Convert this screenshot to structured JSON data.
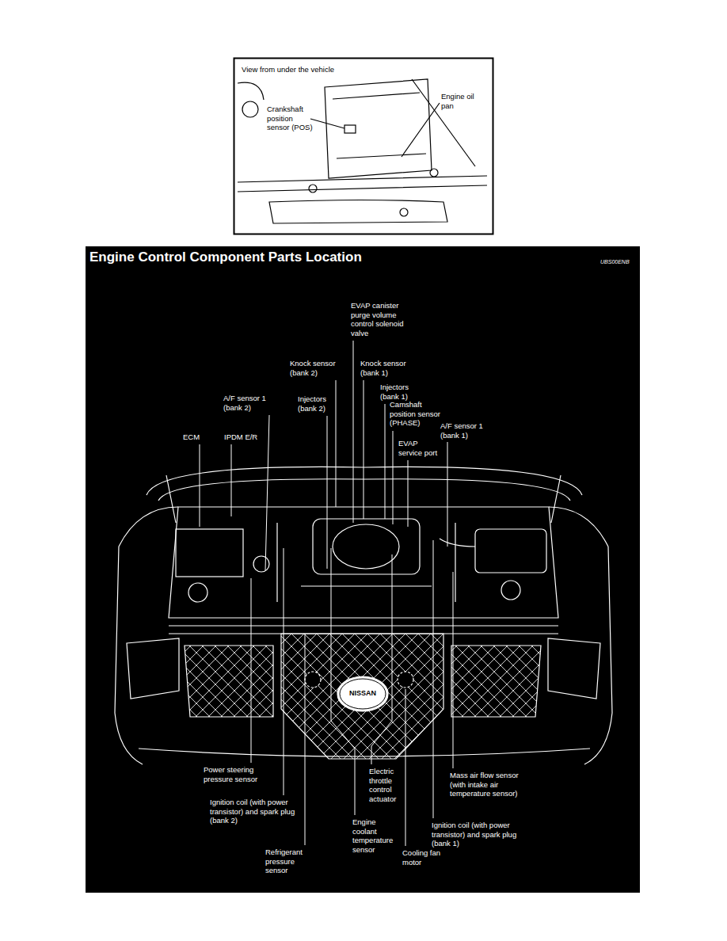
{
  "diagram": {
    "title": "Engine Control Component Parts Location",
    "labels": [
      "View from under the vehicle",
      "Crankshaft position sensor (POS)",
      "Engine oil pan",
      "UBS00ENB",
      "EVAP canister purge volume control solenoid valve",
      "Knock sensor (bank 2)",
      "Knock sensor (bank 1)",
      "Injectors (bank 1)",
      "Camshaft position sensor (PHASE)",
      "A/F sensor 1 (bank 2)",
      "Injectors (bank 2)",
      "A/F sensor 1 (bank 1)",
      "EVAP service port",
      "IPDM E/R",
      "ECM",
      "Power steering pressure sensor",
      "Electric throttle control actuator",
      "Mass air flow sensor (with intake air temperature sensor)",
      "Ignition coil (with power transistor) and spark plug (bank 2)",
      "Engine coolant temperature sensor",
      "Ignition coil (with power transistor) and spark plug (bank 1)",
      "Refrigerant pressure sensor",
      "Cooling fan motor",
      "NISSAN"
    ]
  }
}
